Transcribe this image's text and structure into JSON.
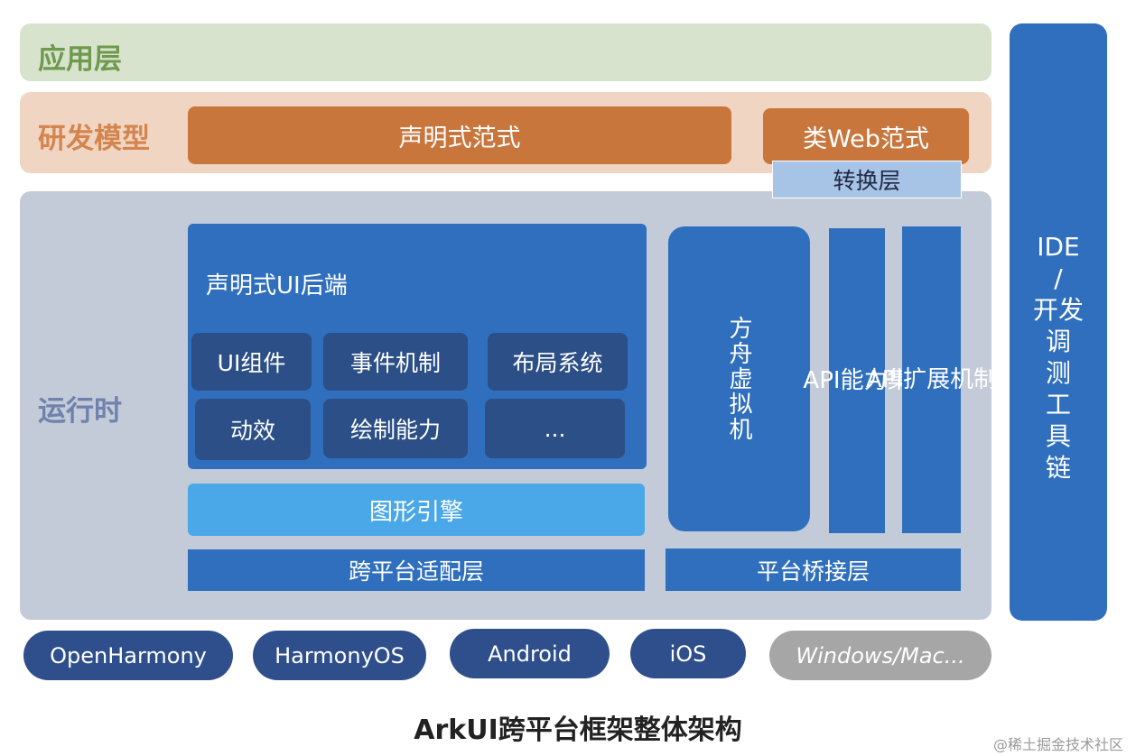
{
  "layers": {
    "application": "应用层",
    "dev_model": "研发模型",
    "runtime": "运行时"
  },
  "dev_model": {
    "declarative": "声明式范式",
    "web_like": "类Web范式",
    "conversion": "转换层"
  },
  "runtime": {
    "ui_backend_title": "声明式UI后端",
    "modules": [
      "UI组件",
      "事件机制",
      "布局系统",
      "动效",
      "绘制能力",
      "..."
    ],
    "graphics_engine": "图形引擎",
    "cross_platform_adapter": "跨平台适配层",
    "ark_vm": "方舟虚拟机",
    "api_capability": "API能力集",
    "api_extension": "API扩展机制",
    "platform_bridge": "平台桥接层"
  },
  "tools": {
    "ide": "IDE / 开发调测工具链"
  },
  "platforms": [
    "OpenHarmony",
    "HarmonyOS",
    "Android",
    "iOS",
    "Windows/Mac..."
  ],
  "caption": "ArkUI跨平台框架整体架构",
  "watermark": "@稀土掘金技术社区",
  "colors": {
    "application_layer": "#d8e3ce",
    "dev_model_layer": "#f0d5c3",
    "runtime_layer": "#c3cad8",
    "paradigm_box": "#c9763d",
    "blue_block": "#2f6fbd",
    "module_box": "#2b4f86",
    "graphics_engine": "#4aa8e8",
    "platform_pill": "#2e4f8c",
    "platform_pill_muted": "#a6a6a6"
  }
}
